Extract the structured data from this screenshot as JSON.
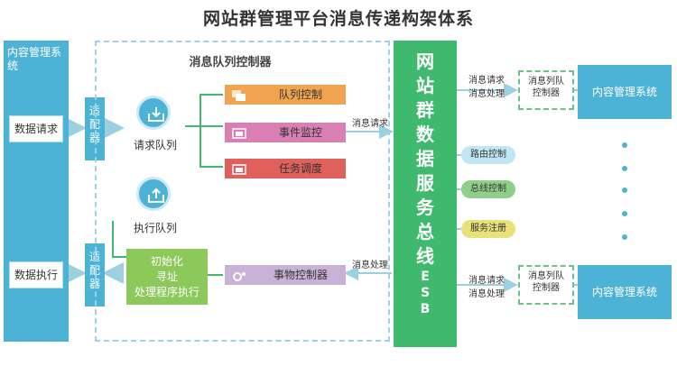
{
  "title": "网站群管理平台消息传递构架体系",
  "left_column": {
    "label": "内容管理系统",
    "request_box": "数据请求",
    "execute_box": "数据执行"
  },
  "adapter_label": "适配器",
  "queue_controller": {
    "title": "消息队列控制器",
    "request_queue": "请求队列",
    "execute_queue": "执行队列",
    "controls": [
      "队列控制",
      "事件监控",
      "任务调度"
    ],
    "init_box": [
      "初始化",
      "寻址",
      "处理程序执行"
    ],
    "transaction_controller": "事物控制器"
  },
  "esb": {
    "text": [
      "网",
      "站",
      "群",
      "数",
      "据",
      "服",
      "务",
      "总",
      "线",
      "E",
      "S",
      "B"
    ]
  },
  "arrows": {
    "message_request": "消息请求",
    "message_process": "消息处理"
  },
  "pills": [
    "路由控制",
    "总线控制",
    "服务注册"
  ],
  "right_side": {
    "ann_top": [
      "消息请求",
      "消息处理"
    ],
    "ann_bottom": [
      "消息请求",
      "消息处理"
    ],
    "queue_controller": [
      "消息列队",
      "控制器"
    ],
    "cms": "内容管理系统"
  },
  "colors": {
    "blue": "#4db3d6",
    "green": "#3fb96d",
    "light_green": "#8cc85a",
    "orange": "#f0a44f",
    "pink": "#d97fb4",
    "red": "#e0615c",
    "lavender": "#c9b2d8"
  }
}
